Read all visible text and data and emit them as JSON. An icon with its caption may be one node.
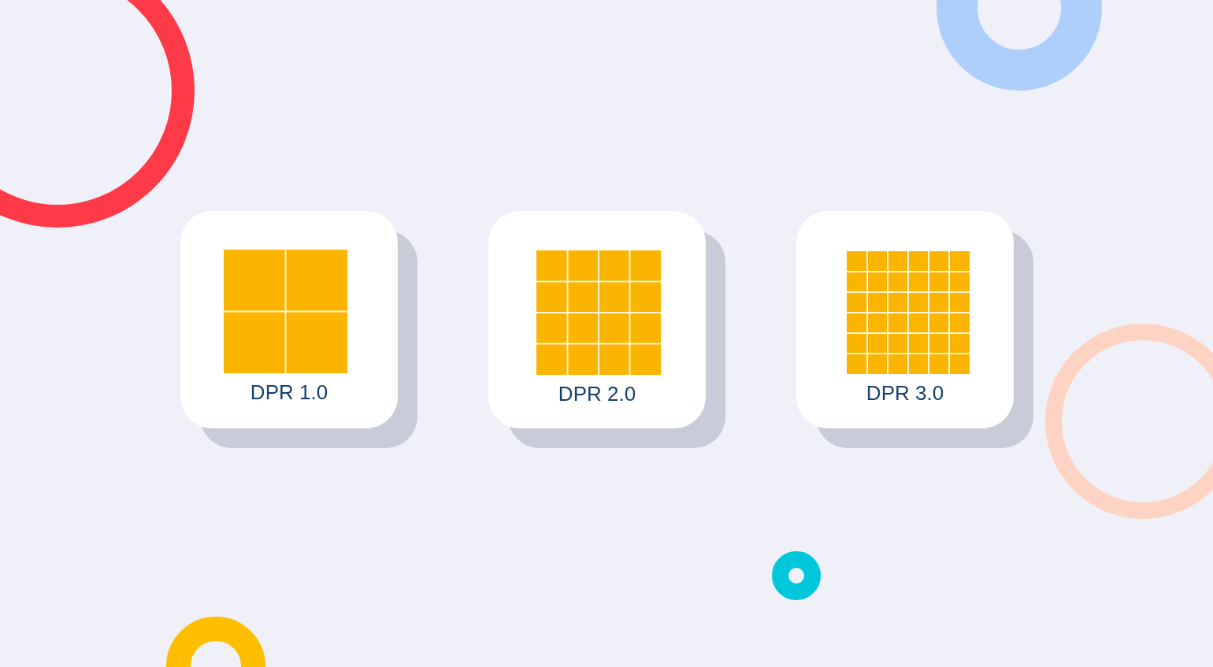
{
  "diagram": {
    "nodes": [
      {
        "text": [
          "DPR 1.0"
        ]
      },
      {
        "text": [
          "DPR 2.0"
        ]
      },
      {
        "text": [
          "DPR 3.0"
        ]
      }
    ]
  }
}
